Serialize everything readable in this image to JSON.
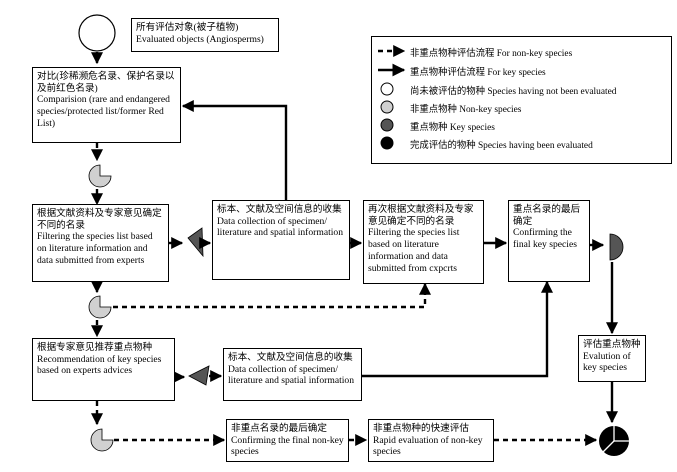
{
  "nodes": {
    "start": {
      "zh": "所有评估对象(被子植物)",
      "en": "Evaluated objects (Angiosperms)"
    },
    "compare": {
      "zh": "对比(珍稀濒危名录、保护名录以及前红色名录)",
      "en": "Comparision (rare and endangered species/protected list/former Red List)"
    },
    "filter1": {
      "zh": "根据文献资料及专家意见确定不同的名录",
      "en": "Filtering the species list based on literature information and data submitted from experts"
    },
    "collect1": {
      "zh": "标本、文献及空间信息的收集",
      "en": "Data collection of specimen/ literature and spatial information"
    },
    "filter2": {
      "zh": "再次根据文献资料及专家意见确定不同的名录",
      "en": "Filtering the species list based on literature information and data submitted from cxpcrts"
    },
    "final_key": {
      "zh": "重点名录的最后确定",
      "en": "Confirming the final key species"
    },
    "recommend": {
      "zh": "根据专家意见推荐重点物种",
      "en": "Recommendation of key species based on experts advices"
    },
    "collect2": {
      "zh": "标本、文献及空间信息的收集",
      "en": "Data collection of specimen/ literature and spatial information"
    },
    "eval_key": {
      "zh": "评估重点物种",
      "en": "Evalution of key species"
    },
    "confirm_nonkey": {
      "zh": "非重点名录的最后确定",
      "en": "Confirming the final non-key species"
    },
    "rapid_eval": {
      "zh": "非重点物种的快速评估",
      "en": "Rapid evaluation of non-key species"
    }
  },
  "legend": {
    "nonkey_flow": "非重点物种评估流程 For non-key species",
    "key_flow": "重点物种评估流程 For key species",
    "not_evaluated": "尚未被评估的物种 Species  having not been evaluated",
    "nonkey_species": "非重点物种 Non-key species",
    "key_species": "重点物种 Key species",
    "evaluated": "完成评估的物种 Species having been evaluated"
  },
  "colors": {
    "light_gray": "#d0d0d0",
    "dark_gray": "#555555",
    "black": "#000000"
  }
}
